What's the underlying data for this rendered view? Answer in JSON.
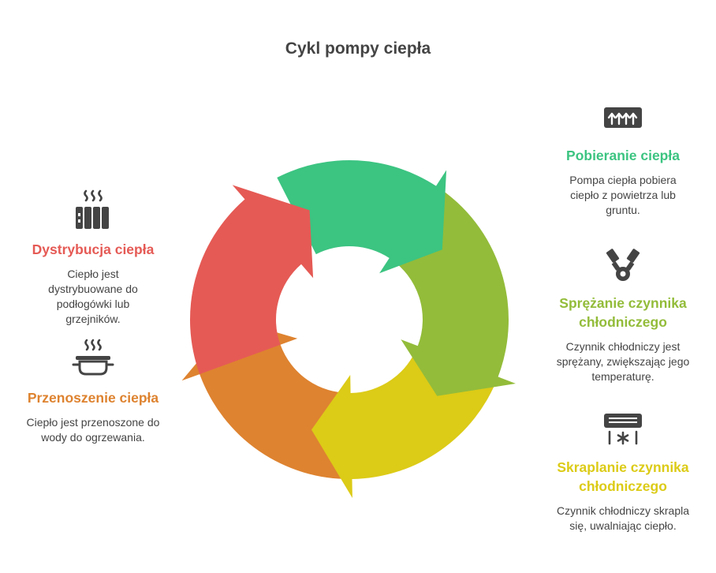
{
  "title": "Cykl pompy ciepła",
  "colors": {
    "red": "#E55A55",
    "green": "#3CC481",
    "lime": "#93BC3A",
    "yellow": "#DCCB17",
    "orange": "#DE8330",
    "text": "#444444"
  },
  "steps": [
    {
      "id": "pobieranie",
      "heading": "Pobieranie ciepła",
      "description": "Pompa ciepła pobiera ciepło z powietrza lub gruntu.",
      "icon": "heat-rising-icon",
      "color": "#3CC481"
    },
    {
      "id": "sprezanie",
      "heading": "Sprężanie czynnika chłodniczego",
      "description": "Czynnik chłodniczy jest sprężany, zwiększając jego temperaturę.",
      "icon": "compressor-pistons-icon",
      "color": "#93BC3A"
    },
    {
      "id": "skraplanie",
      "heading": "Skraplanie czynnika chłodniczego",
      "description": "Czynnik chłodniczy skrapla się, uwalniając ciepło.",
      "icon": "air-conditioner-icon",
      "color": "#DCCB17"
    },
    {
      "id": "przenoszenie",
      "heading": "Przenoszenie ciepła",
      "description": "Ciepło jest przenoszone do wody do ogrzewania.",
      "icon": "heated-pot-icon",
      "color": "#DE8330"
    },
    {
      "id": "dystrybucja",
      "heading": "Dystrybucja ciepła",
      "description": "Ciepło jest dystrybuowane do podłogówki lub grzejników.",
      "icon": "radiator-icon",
      "color": "#E55A55"
    }
  ]
}
